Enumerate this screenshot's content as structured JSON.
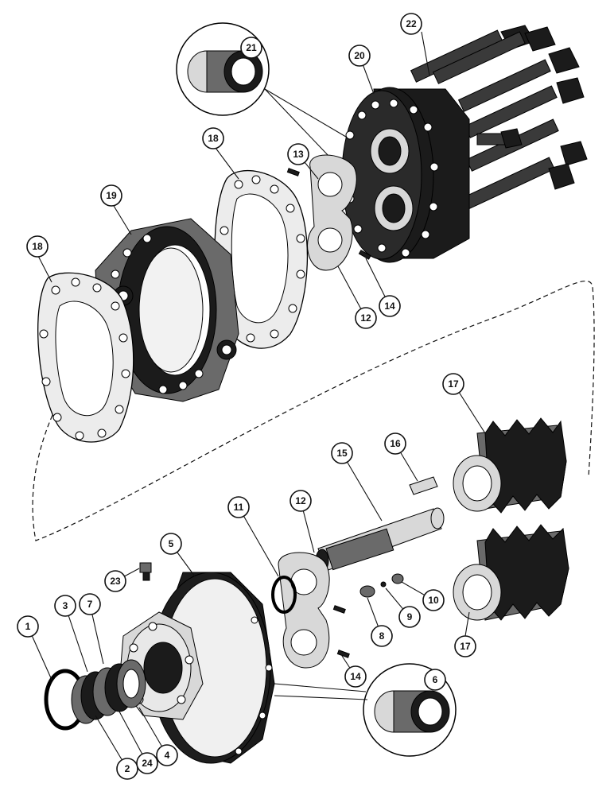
{
  "callouts": [
    {
      "id": "c1",
      "label": "1"
    },
    {
      "id": "c2",
      "label": "2"
    },
    {
      "id": "c3",
      "label": "3"
    },
    {
      "id": "c4",
      "label": "4"
    },
    {
      "id": "c5",
      "label": "5"
    },
    {
      "id": "c6",
      "label": "6"
    },
    {
      "id": "c7",
      "label": "7"
    },
    {
      "id": "c8",
      "label": "8"
    },
    {
      "id": "c9",
      "label": "9"
    },
    {
      "id": "c10",
      "label": "10"
    },
    {
      "id": "c11",
      "label": "11"
    },
    {
      "id": "c12a",
      "label": "12"
    },
    {
      "id": "c12b",
      "label": "12"
    },
    {
      "id": "c13",
      "label": "13"
    },
    {
      "id": "c14a",
      "label": "14"
    },
    {
      "id": "c14b",
      "label": "14"
    },
    {
      "id": "c15",
      "label": "15"
    },
    {
      "id": "c16",
      "label": "16"
    },
    {
      "id": "c17a",
      "label": "17"
    },
    {
      "id": "c17b",
      "label": "17"
    },
    {
      "id": "c18a",
      "label": "18"
    },
    {
      "id": "c18b",
      "label": "18"
    },
    {
      "id": "c19",
      "label": "19"
    },
    {
      "id": "c20",
      "label": "20"
    },
    {
      "id": "c21",
      "label": "21"
    },
    {
      "id": "c22",
      "label": "22"
    },
    {
      "id": "c23",
      "label": "23"
    },
    {
      "id": "c24",
      "label": "24"
    }
  ]
}
